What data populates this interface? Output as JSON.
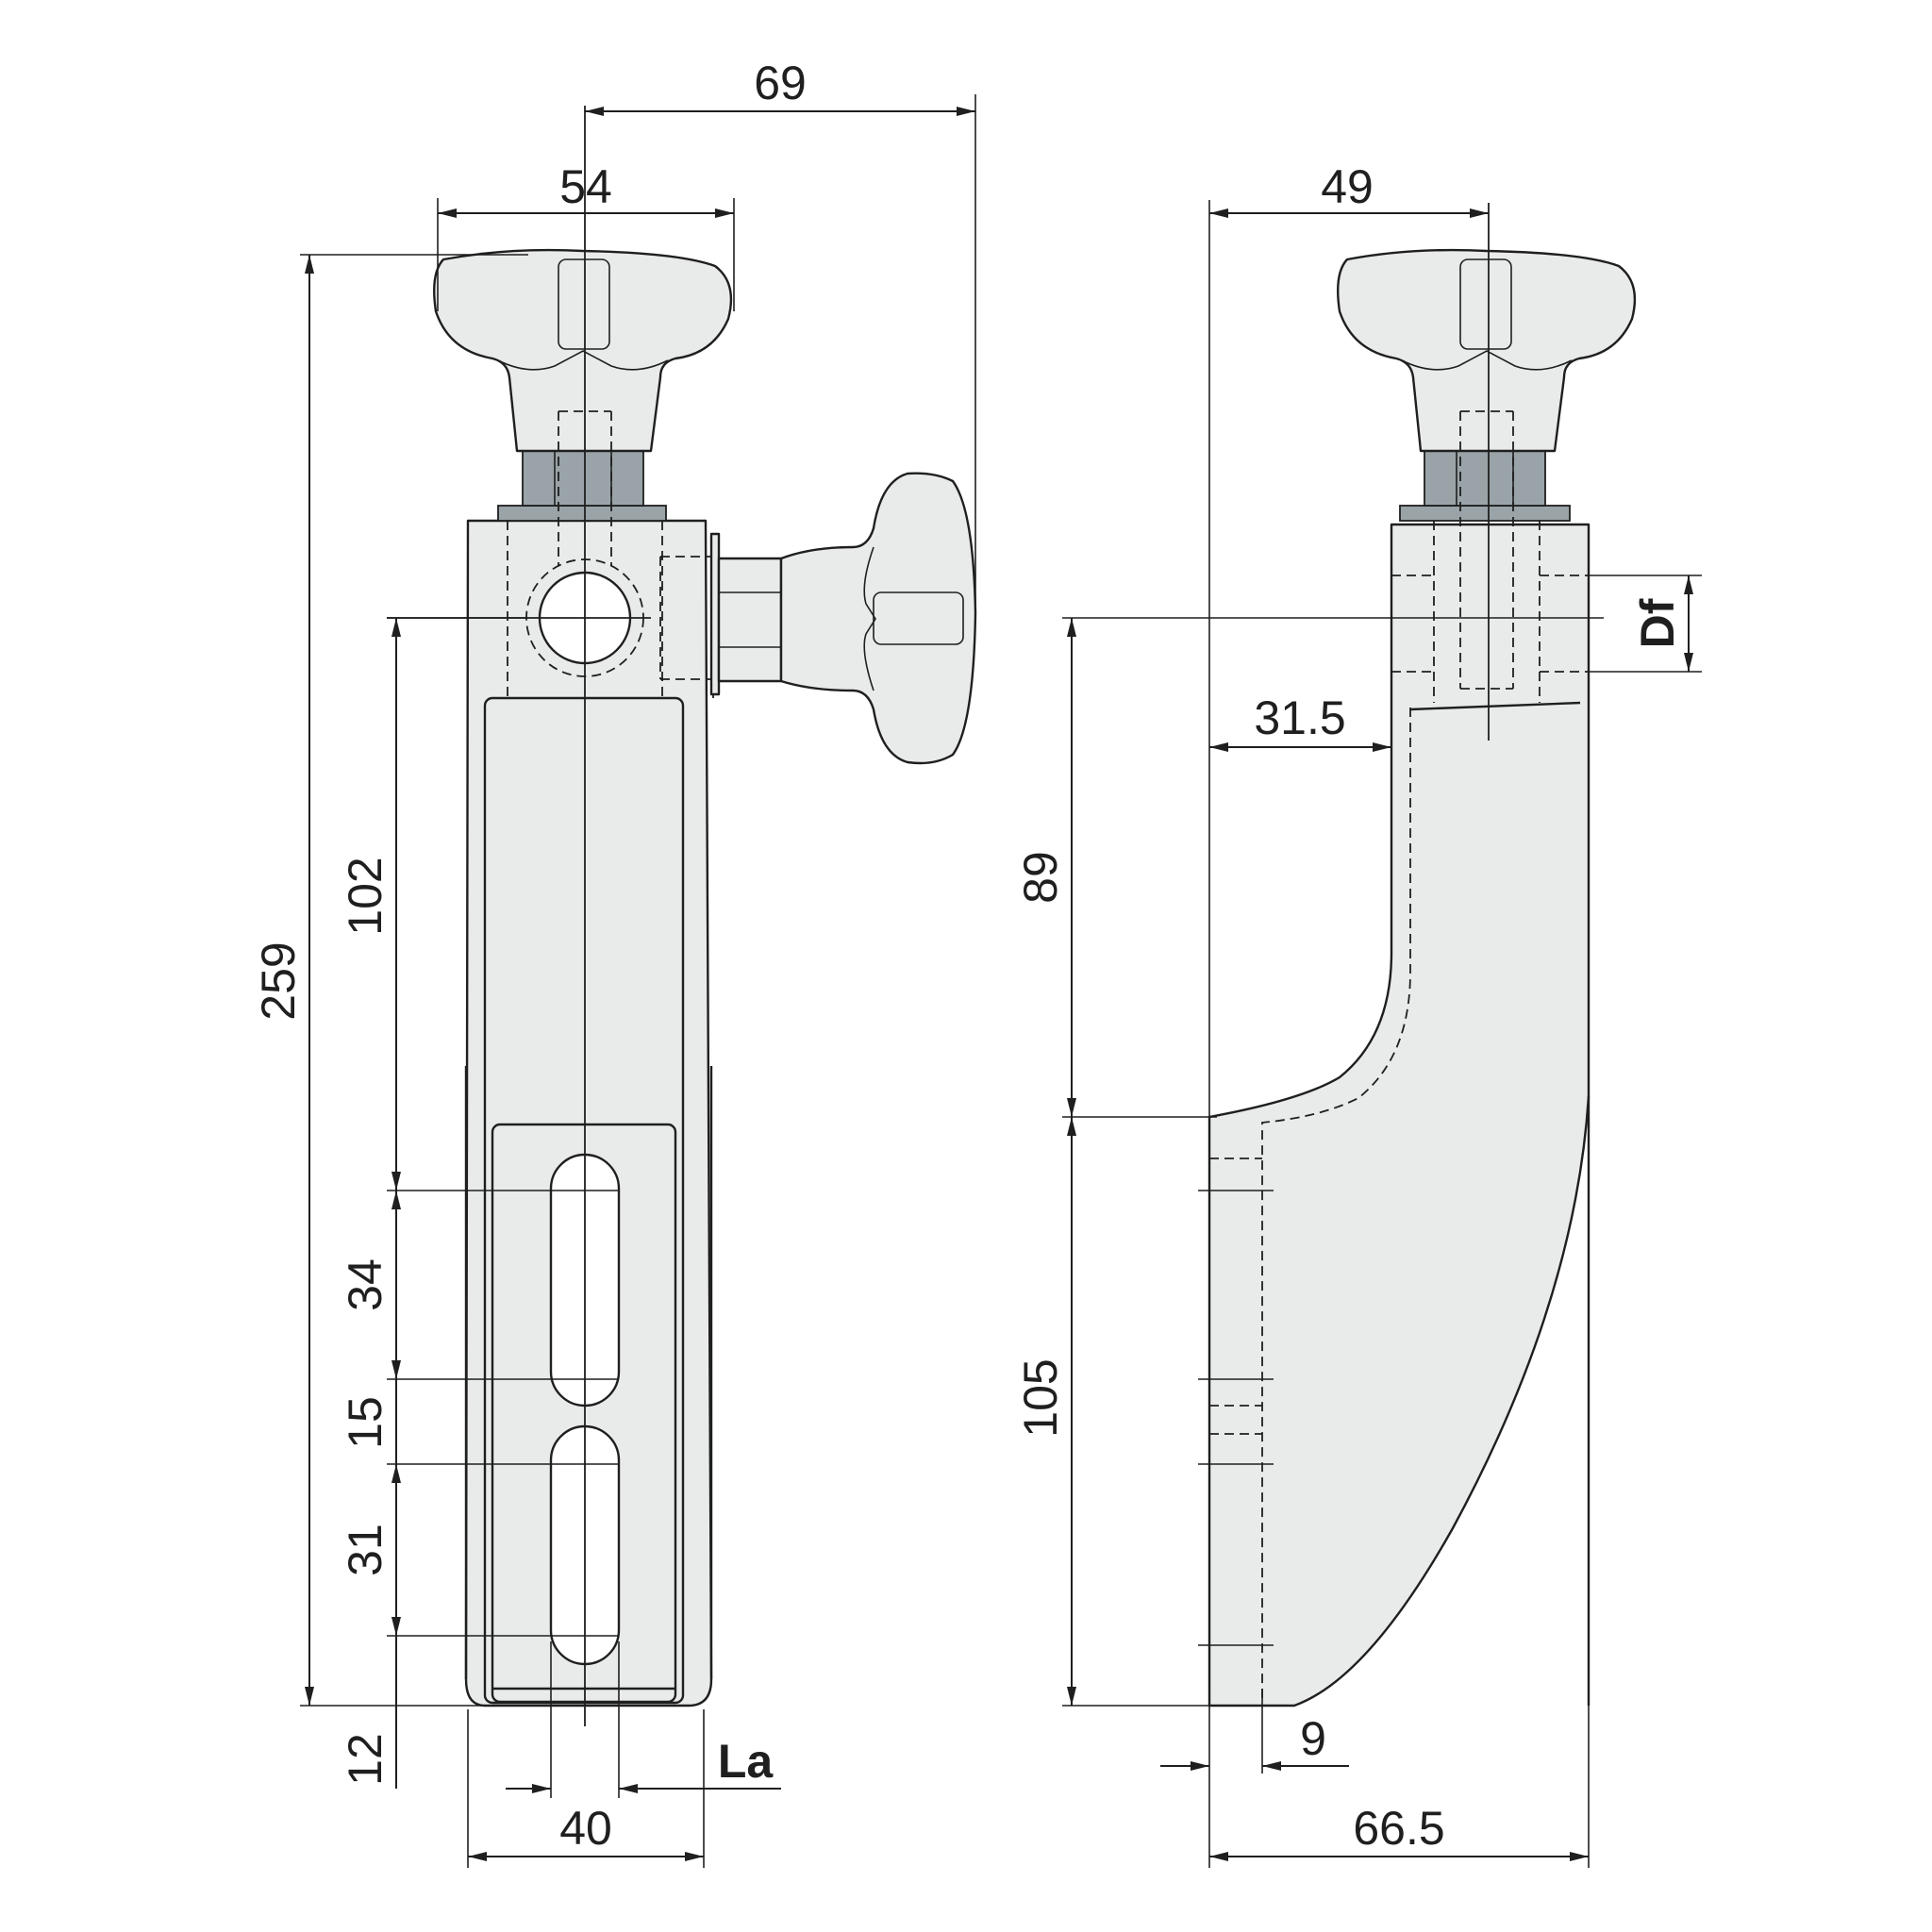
{
  "dimensions": {
    "front": {
      "width_top_knob_to_side_knob": "69",
      "knob_width": "54",
      "overall_height": "259",
      "height_to_first_slot": "102",
      "slot_1_length": "34",
      "slot_spacing": "15",
      "slot_2_length": "31",
      "slot_to_bottom": "12",
      "slot_width_label": "La",
      "body_width": "40"
    },
    "side": {
      "knob_offset": "49",
      "df_label": "Df",
      "neck_offset": "31.5",
      "upper_height": "89",
      "lower_height": "105",
      "tip_thickness": "9",
      "overall_depth": "66.5"
    }
  },
  "colors": {
    "part_fill": "#e9ebea",
    "nut_fill": "#9aa4a8",
    "line": "#1f1f1f"
  }
}
